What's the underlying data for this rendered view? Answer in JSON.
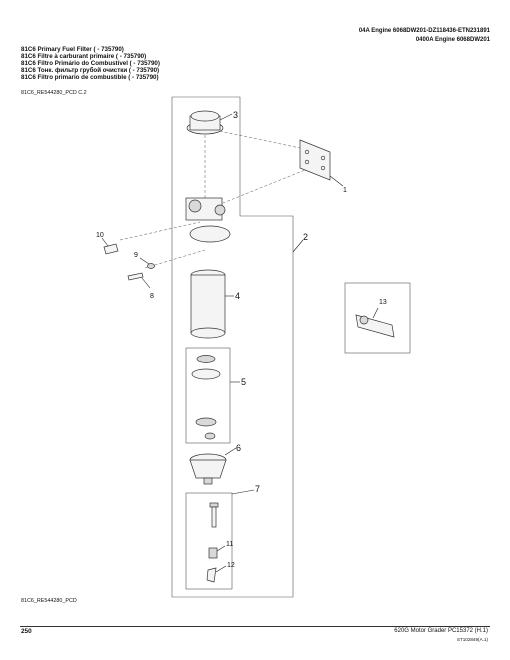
{
  "header": {
    "line1": "04A  Engine  6068DW201-DZ118436-ETN231891",
    "line2": "0400A  Engine  6068DW201"
  },
  "titles": [
    "81C6 Primary Fuel Filter ( - 735790)",
    "81C6 Filtre à carburant primaire ( - 735790)",
    "81C6 Filtro Primário do Combustível ( - 735790)",
    "81C6 Тонк. фильтр грубой очистки ( - 735790)",
    "81C6 Filtro primario de combustible ( - 735790)"
  ],
  "ref_top": "81C6_RE544280_PCD C.2",
  "ref_bottom": "81C6_RE544280_PCD",
  "callouts": {
    "c1": "1",
    "c2": "2",
    "c3": "3",
    "c4": "4",
    "c5": "5",
    "c6": "6",
    "c7": "7",
    "c8": "8",
    "c9": "9",
    "c10": "10",
    "c11": "11",
    "c12": "12",
    "c13": "13"
  },
  "footer": {
    "page": "250",
    "doc": "620G Motor Grader    PC15372    (H.1)",
    "code": "ST102849(A.1)"
  }
}
